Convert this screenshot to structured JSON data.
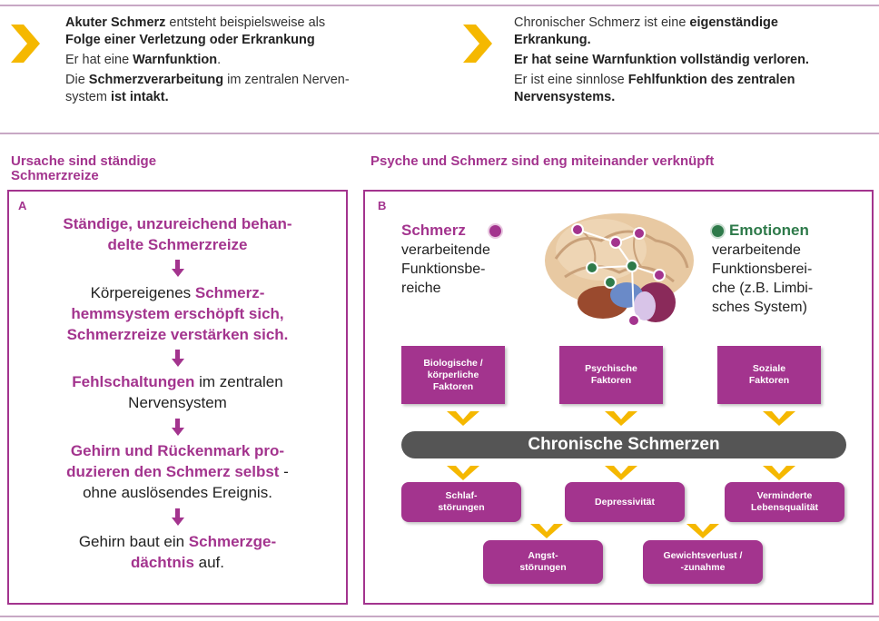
{
  "top_left": {
    "line1_bold": "Akuter Schmerz",
    "line1_rest": " entsteht beispielsweise als",
    "line2_bold": "Folge einer Verletzung oder Erkrankung",
    "line3_pre": "Er hat eine ",
    "line3_bold": "Warnfunktion",
    "line3_post": ".",
    "line4_pre": "Die ",
    "line4_bold": "Schmerzverarbeitung",
    "line4_post": " im zentralen Nerven-",
    "line5_pre": "system ",
    "line5_bold": "ist intakt."
  },
  "top_right": {
    "line1_pre": "Chronischer Schmerz ist eine ",
    "line1_bold": "eigenständige",
    "line2_bold": "Erkrankung.",
    "line3_bold": "Er hat seine Warnfunktion vollständig verloren.",
    "line4_pre": "Er ist eine sinnlose ",
    "line4_bold": "Fehlfunktion des zentralen",
    "line5_bold": "Nervensystems."
  },
  "heading_left_1": "Ursache sind ständige",
  "heading_left_2": "Schmerzreize",
  "heading_right": "Psyche und Schmerz sind eng miteinander verknüpft",
  "panel_a": {
    "label": "A",
    "s1_l1": "Ständige, unzureichend behan-",
    "s1_l2": "delte Schmerzreize",
    "s2_l1_pre": "Körpereigenes ",
    "s2_l1_pk": "Schmerz-",
    "s2_l2": "hemmsystem erschöpft sich,",
    "s2_l3": "Schmerzreize verstärken sich.",
    "s3_pk": "Fehlschaltungen",
    "s3_rest": " im zentralen",
    "s3_l2": "Nervensystem",
    "s4_l1": "Gehirn und Rückenmark pro-",
    "s4_l2_pk": "duzieren den Schmerz selbst",
    "s4_l2_rest": " -",
    "s4_l3": "ohne auslösendes Ereignis.",
    "s5_pre": "Gehirn baut ein ",
    "s5_pk": "Schmerzge-",
    "s5_l2_pk": "dächtnis",
    "s5_l2_rest": " auf."
  },
  "panel_b": {
    "label": "B",
    "left_title": "Schmerz",
    "left_l1": "verarbeitende",
    "left_l2": "Funktionsbe-",
    "left_l3": "reiche",
    "right_title": "Emotionen",
    "right_l1": "verarbeitende",
    "right_l2": "Funktionsberei-",
    "right_l3": "che (z.B. Limbi-",
    "right_l4": "sches System)",
    "factor1_l1": "Biologische /",
    "factor1_l2": "körperliche",
    "factor1_l3": "Faktoren",
    "factor2_l1": "Psychische",
    "factor2_l2": "Faktoren",
    "factor3_l1": "Soziale",
    "factor3_l2": "Faktoren",
    "center_bar": "Chronische Schmerzen",
    "out1_l1": "Schlaf-",
    "out1_l2": "störungen",
    "out2": "Depressivität",
    "out3_l1": "Verminderte",
    "out3_l2": "Lebensqualität",
    "out4_l1": "Angst-",
    "out4_l2": "störungen",
    "out5_l1": "Gewichtsverlust /",
    "out5_l2": "-zunahme"
  },
  "colors": {
    "accent": "#a3348e",
    "chevron": "#f5b800",
    "emotion_green": "#2e7a4a",
    "bar_grey": "#555555"
  }
}
